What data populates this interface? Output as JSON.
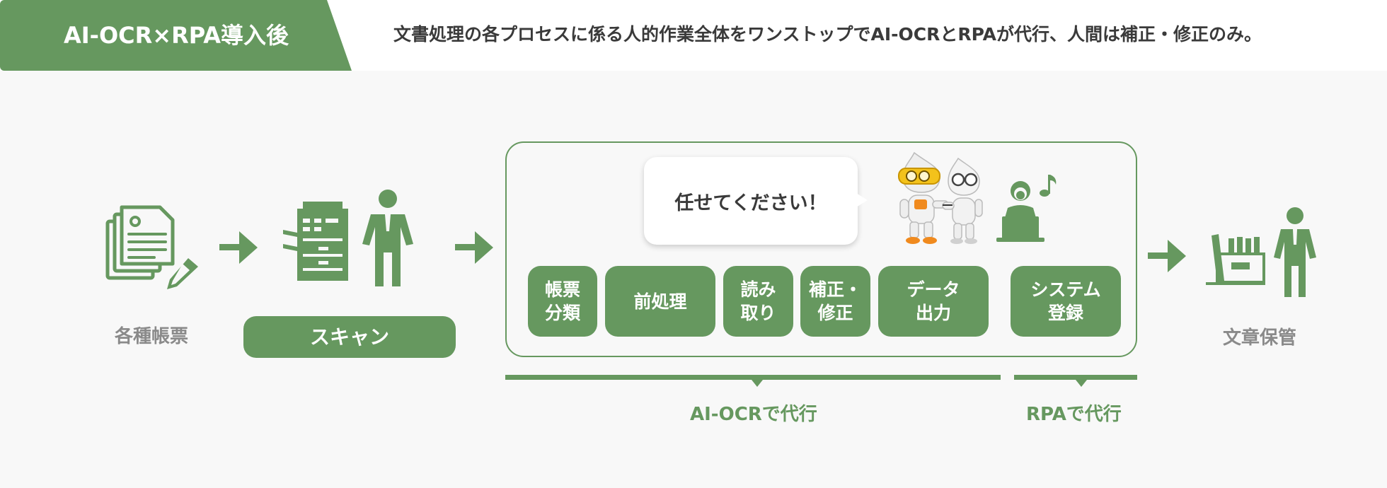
{
  "header": {
    "title": "AI-OCR×RPA導入後",
    "headline": "文書処理の各プロセスに係る人的作業全体をワンストップでAI-OCRとRPAが代行、人間は補正・修正のみ。"
  },
  "flow": {
    "documents_label": "各種帳票",
    "scan_label": "スキャン",
    "bubble_text": "任せてください！",
    "steps": [
      {
        "label": "帳票\n分類"
      },
      {
        "label": "前処理"
      },
      {
        "label": "読み\n取り"
      },
      {
        "label": "補正・\n修正"
      },
      {
        "label": "データ\n出力"
      },
      {
        "label": "システム\n登録"
      }
    ],
    "ai_ocr_label": "AI-OCRで代行",
    "rpa_label": "RPAで代行",
    "storage_label": "文章保管"
  },
  "icons": [
    "documents-icon",
    "copier-icon",
    "person-icon",
    "robot-icon",
    "operator-laptop-icon",
    "music-note-icon",
    "filing-icon",
    "arrow-right-icon"
  ],
  "colors": {
    "accent": "#66985f",
    "text_dark": "#3a3a3a",
    "text_gray": "#8a8a8a",
    "background": "#f8f8f8"
  }
}
